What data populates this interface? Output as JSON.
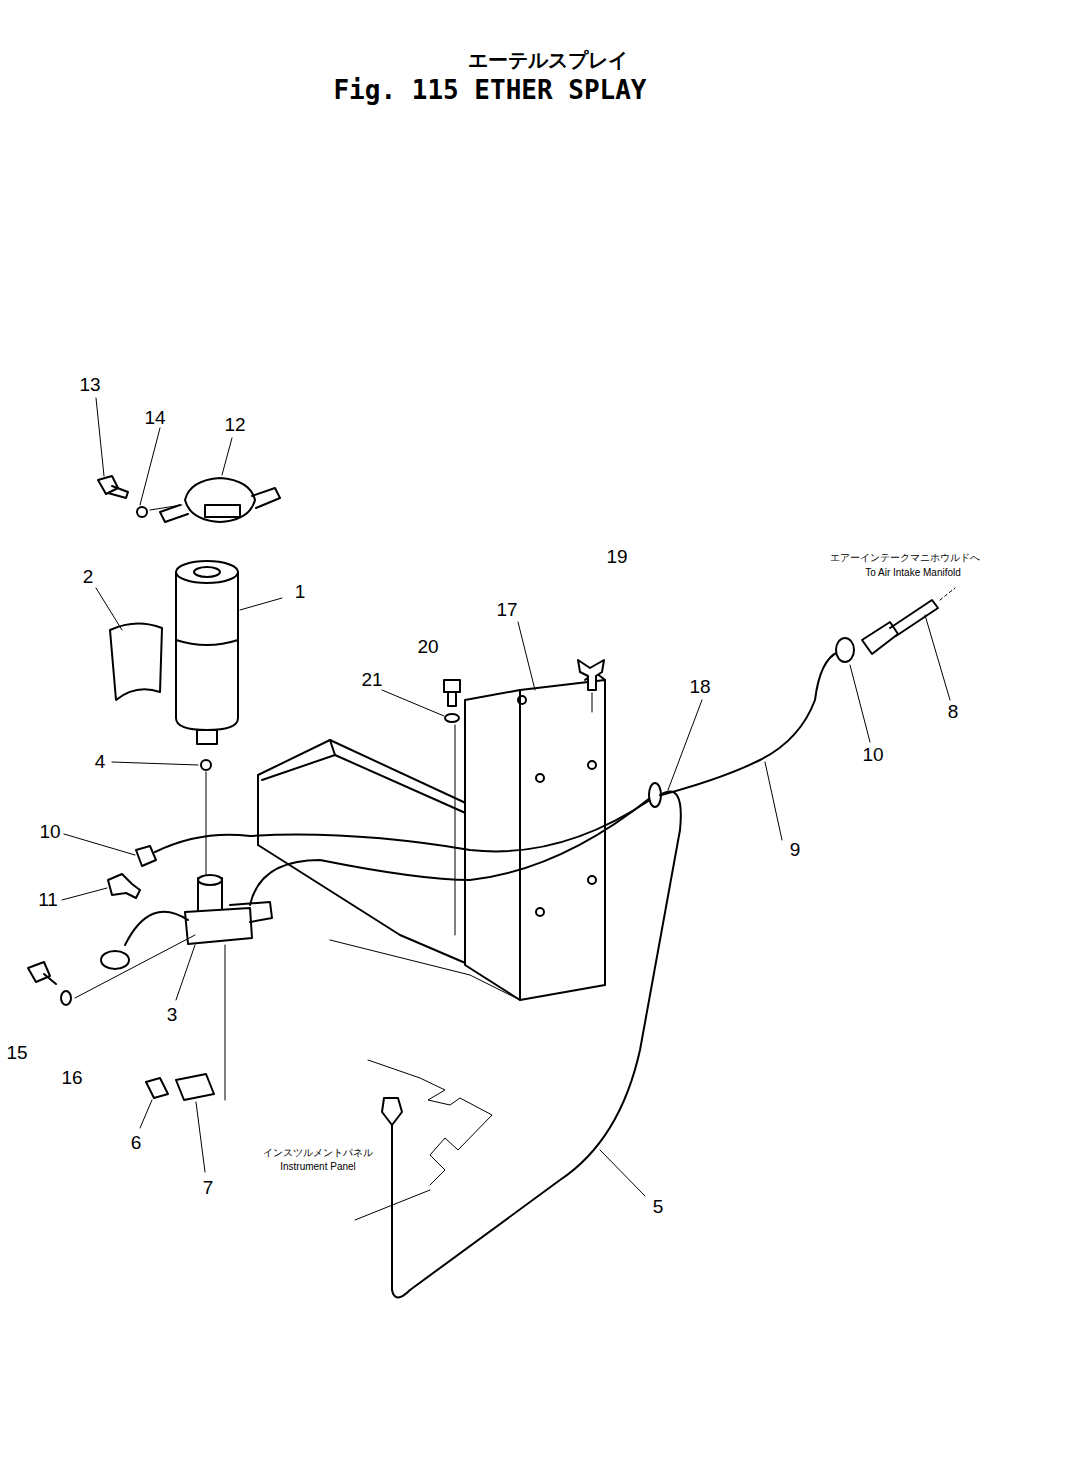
{
  "diagram": {
    "title": "Fig. 115 ETHER SPLAY",
    "labels": [
      "エーテルスプレイ",
      "13",
      "14",
      "12",
      "2",
      "1",
      "20",
      "19",
      "17",
      "21",
      "18",
      "エアーインテークマニホウルドへ",
      "To Air Intake Manifold",
      "8",
      "10",
      "9",
      "4",
      "10",
      "11",
      "3",
      "15",
      "16",
      "6",
      "7",
      "5",
      "インスツルメントパネル",
      "Instrument Panel"
    ]
  }
}
